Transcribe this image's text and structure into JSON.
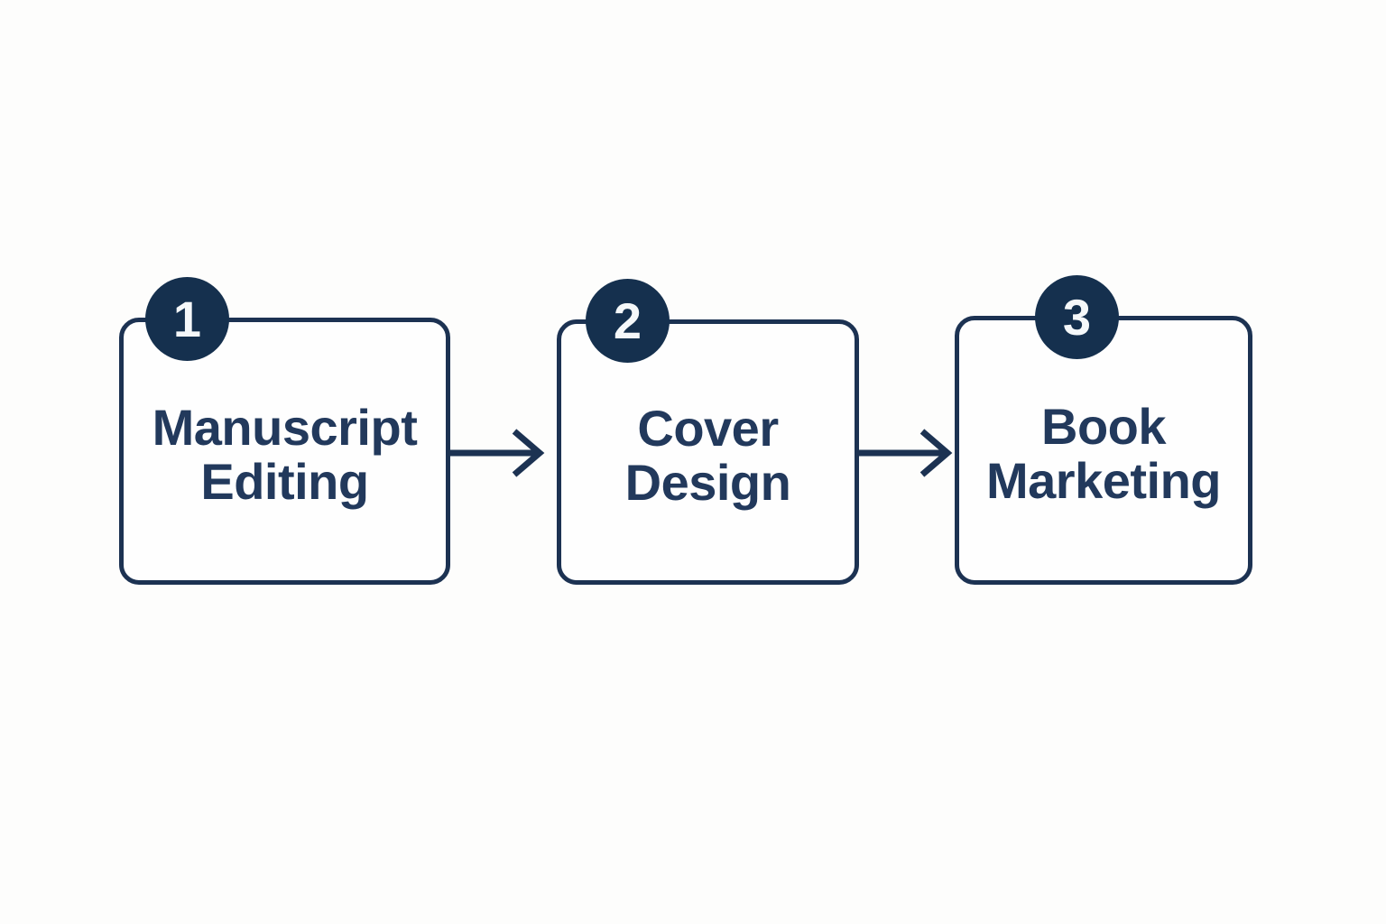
{
  "diagram": {
    "type": "process-flow",
    "direction": "left-to-right",
    "steps": [
      {
        "number": "1",
        "label": "Manuscript Editing",
        "lines": [
          "Manuscript",
          "Editing"
        ]
      },
      {
        "number": "2",
        "label": "Cover Design",
        "lines": [
          "Cover",
          "Design"
        ]
      },
      {
        "number": "3",
        "label": "Book Marketing",
        "lines": [
          "Book",
          "Marketing"
        ]
      }
    ],
    "connectors": [
      {
        "from": "Manuscript Editing",
        "to": "Cover Design",
        "style": "arrow-right"
      },
      {
        "from": "Cover Design",
        "to": "Book Marketing",
        "style": "arrow-right"
      }
    ],
    "colors": {
      "outline_navy": "#1c3252",
      "badge_navy": "#15304e",
      "text_navy": "#22395c",
      "badge_digit": "#f5f8fa",
      "box_fill": "#fefefe",
      "background": "#fdfdfc"
    }
  }
}
